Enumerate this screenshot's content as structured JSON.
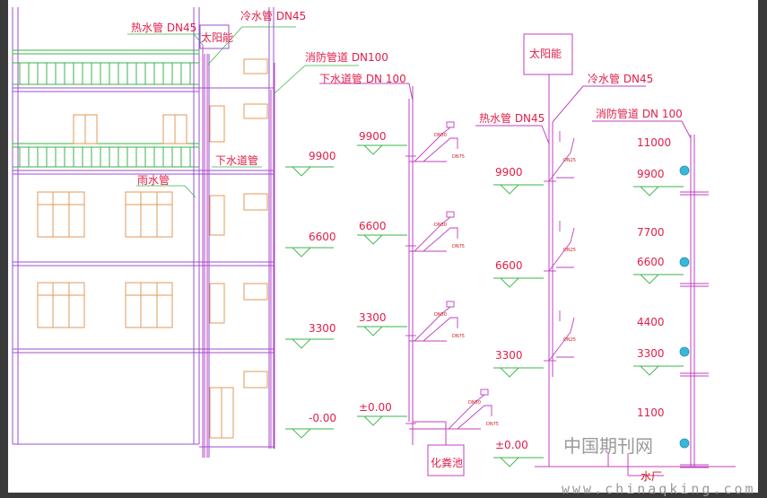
{
  "labels": {
    "hot_pipe": "热水管 DN45",
    "cold_pipe": "冷水管 DN45",
    "solar": "太阳能",
    "fire_pipe_elev": "消防管道 DN100",
    "fire_pipe_sys": "消防管道 DN 100",
    "sewer_pipe": "下水道管 DN 100",
    "sewer_elev": "下水道管",
    "rain_pipe": "雨水管",
    "septic": "化粪池",
    "water_source": "水厂"
  },
  "elevation_levels": [
    "9900",
    "6600",
    "3300",
    "-0.00"
  ],
  "drainage_levels": [
    "9900",
    "6600",
    "3300",
    "±0.00"
  ],
  "hot_water_levels": [
    "9900",
    "6600",
    "3300",
    "±0.00"
  ],
  "fire_levels": {
    "hydrant_heights": [
      "11000",
      "7700",
      "4400",
      "1100"
    ],
    "floor_levels": [
      "9900",
      "6600",
      "3300"
    ]
  },
  "pipe_tags": {
    "drain_a": "DN50",
    "drain_b": "DN75",
    "hot_branch": "DN25"
  },
  "colors": {
    "structure": "#9b4fd0",
    "pipe": "#c040c0",
    "railing": "#3ab54a",
    "window": "#e39a5a",
    "text": "#e0204a"
  },
  "watermark": {
    "cn": "中国期刊网",
    "url": "www.chinaqking.com"
  }
}
